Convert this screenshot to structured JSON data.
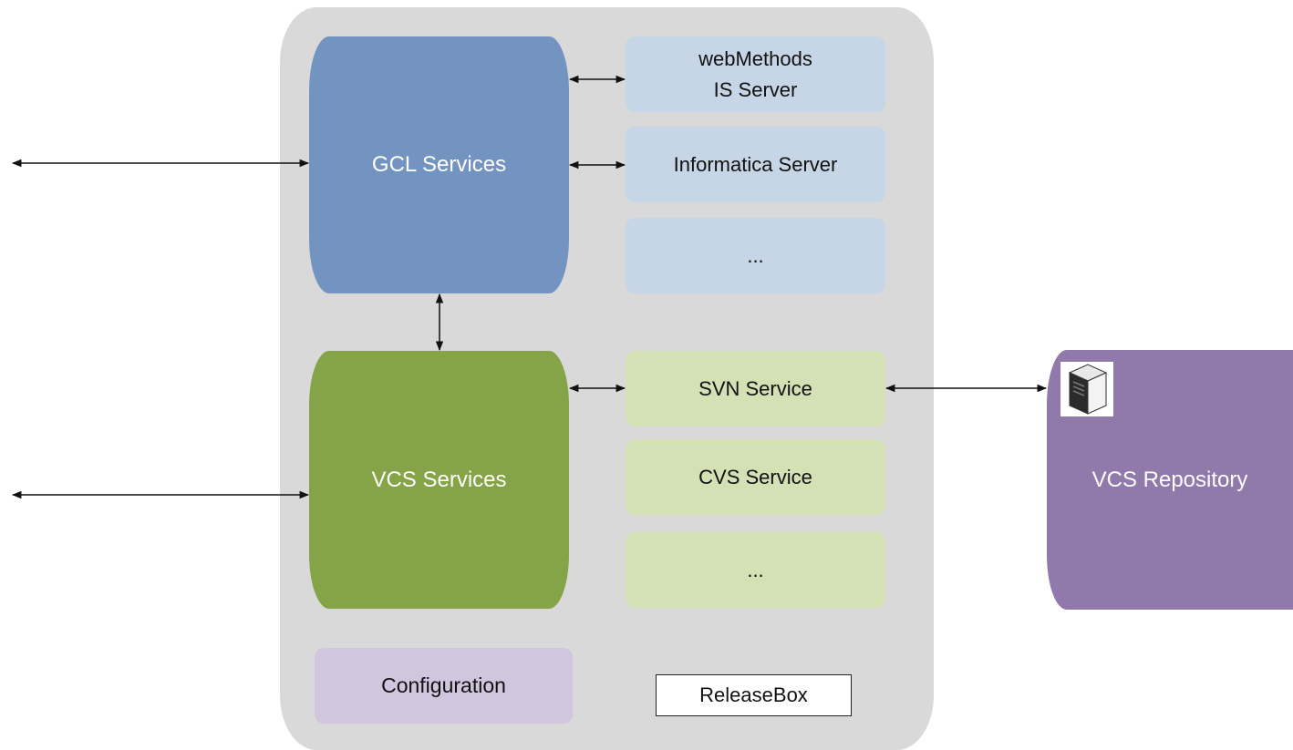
{
  "releasebox": {
    "label": "ReleaseBox"
  },
  "gcl": {
    "label": "GCL Services",
    "servers": [
      {
        "line1": "webMethods",
        "line2": "IS Server"
      },
      {
        "line1": "Informatica Server",
        "line2": ""
      },
      {
        "line1": "...",
        "line2": ""
      }
    ]
  },
  "vcs": {
    "label": "VCS Services",
    "services": [
      {
        "label": "SVN Service"
      },
      {
        "label": "CVS Service"
      },
      {
        "label": "..."
      }
    ]
  },
  "configuration": {
    "label": "Configuration"
  },
  "repository": {
    "label": "VCS Repository",
    "icon": "server-icon"
  },
  "colors": {
    "container": "#d9d9d9",
    "gcl": "#7394c0",
    "gcl_items": "#c7d6e6",
    "vcs": "#84a447",
    "vcs_items": "#d3e1b5",
    "configuration": "#d2c6de",
    "repository": "#9079ab"
  }
}
